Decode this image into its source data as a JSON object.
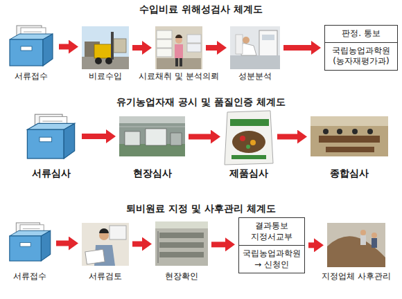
{
  "diagram": {
    "nodes": [
      {
        "text": [
          "서류접수"
        ]
      },
      {
        "text": [
          "비료수입"
        ]
      },
      {
        "text": [
          "시료채취 및 분석의뢰"
        ]
      },
      {
        "text": [
          "성분분석"
        ]
      },
      {
        "text": [
          "판정. 통보",
          "국립농업과학원 (농자재평가과)"
        ]
      },
      {
        "text": [
          "서류심사"
        ]
      },
      {
        "text": [
          "현장심사"
        ]
      },
      {
        "text": [
          "제품심사"
        ]
      },
      {
        "text": [
          "종합심사"
        ]
      },
      {
        "text": [
          "서류접수"
        ]
      },
      {
        "text": [
          "서류검토"
        ]
      },
      {
        "text": [
          "현장확인"
        ]
      },
      {
        "text": [
          "결과통보 지정서교부",
          "국립농업과학원 → 신청인"
        ]
      },
      {
        "text": [
          "지정업체 사후관리"
        ]
      }
    ],
    "edges": [
      {
        "from": 0,
        "to": 1,
        "arrow": "to"
      },
      {
        "from": 1,
        "to": 2,
        "arrow": "to"
      },
      {
        "from": 2,
        "to": 3,
        "arrow": "to"
      },
      {
        "from": 3,
        "to": 4,
        "arrow": "to"
      },
      {
        "from": 5,
        "to": 6,
        "arrow": "to"
      },
      {
        "from": 6,
        "to": 7,
        "arrow": "to"
      },
      {
        "from": 7,
        "to": 8,
        "arrow": "to"
      },
      {
        "from": 9,
        "to": 10,
        "arrow": "to"
      },
      {
        "from": 10,
        "to": 11,
        "arrow": "to"
      },
      {
        "from": 11,
        "to": 12,
        "arrow": "to"
      },
      {
        "from": 12,
        "to": 13,
        "arrow": "to"
      }
    ],
    "labels": [
      "수입비료 위해성검사 체계도",
      "유기농업자재 공시 및 품질인증 체계도",
      "퇴비원료 지정 및 사후관리 체계도"
    ]
  }
}
